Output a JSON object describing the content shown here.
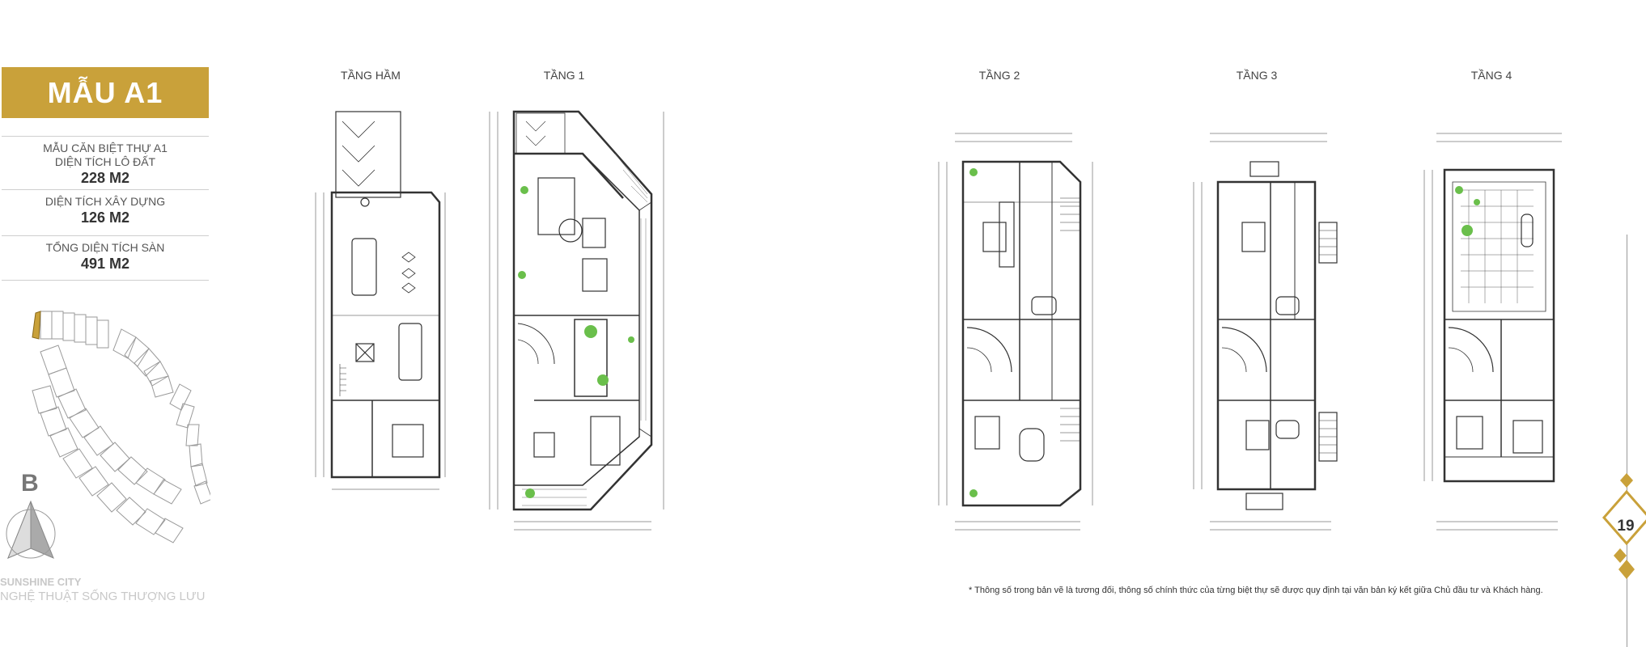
{
  "title": "MẪU A1",
  "specs": [
    {
      "label": "MẪU CĂN BIỆT THỰ A1\nDIỆN TÍCH LÔ ĐẤT",
      "value": "228 M2"
    },
    {
      "label": "DIỆN TÍCH XÂY DỰNG",
      "value": "126 M2"
    },
    {
      "label": "TỔNG DIỆN TÍCH SÀN",
      "value": "491 M2"
    }
  ],
  "site_plan": {
    "block_label": "B"
  },
  "brand": {
    "name": "SUNSHINE CITY",
    "tagline": "NGHỆ THUẬT SỐNG THƯỢNG LƯU"
  },
  "floors": [
    {
      "label": "TẦNG HẦM"
    },
    {
      "label": "TẦNG 1"
    },
    {
      "label": "TẦNG 2"
    },
    {
      "label": "TẦNG 3"
    },
    {
      "label": "TẦNG 4"
    }
  ],
  "footnote": "* Thông số trong bản vẽ là tương đối, thông số chính thức của từng biệt thự sẽ được quy định tại văn bản ký kết giữa Chủ đầu tư và Khách hàng.",
  "page_number": "19",
  "colors": {
    "accent": "#c9a13a",
    "line": "#333333",
    "green": "#6abf4b"
  }
}
